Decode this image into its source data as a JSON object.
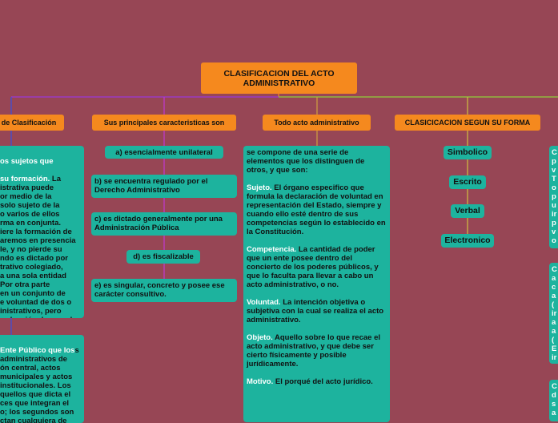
{
  "root": {
    "title": "CLASIFICACION DEL ACTO ADMINISTRATIVO"
  },
  "branches": {
    "b1": "de Clasificación",
    "b2": "Sus principales caracteristicas son",
    "b3": "Todo acto administrativo",
    "b4": "CLASICICACION SEGUN SU FORMA"
  },
  "left_cards": {
    "card1_lead": "os sujetos que",
    "card1_lead2": "su formación.",
    "card1_text": " La\nistrativa puede\nor medio de la\nsolo sujeto de la\n o varios de ellos\nrma en conjunta.\niere la formación de\naremos en presencia\nle, y no pierde su\nndo es dictado por\ntrativo colegiado,\na una sola entidad\n Por otra parte\nen un conjunto de\ne voluntad de dos o\ninistrativos, pero\nroducción de un solo\ntivo, estaremos ante\ne un acto complejo.",
    "card2_lead": "Ente Público que los",
    "card2_text": "s administrativos de\nón central, actos\n municipales y actos\n institucionales. Los\nquellos que dicta el\nces que integran el\no; los segundos son\nctan cualquiera de\nr y dos"
  },
  "characteristics": [
    "a) esencialmente unilateral",
    "b) se encuentra regulado por el Derecho Administrativo",
    "c) es dictado generalmente por una Administración Pública",
    "d) es fiscalizable",
    "e) es singular, concreto y posee ese carácter consultivo."
  ],
  "acto": {
    "intro": "se compone de una serie de elementos que los distinguen de otros, y que son:",
    "elements": [
      {
        "term": "Sujeto.",
        "desc": " El órgano especifico que formula la declaración de voluntad en representación del Estado, siempre y cuando ello esté dentro de sus competencias según lo establecido en la Constitución."
      },
      {
        "term": "Competencia.",
        "desc": " La cantidad de poder que un ente posee dentro del concierto de los poderes públicos, y que lo faculta para llevar a cabo un acto administrativo, o no."
      },
      {
        "term": "Voluntad.",
        "desc": " La intención objetiva o subjetiva con la cual se realiza el acto administrativo."
      },
      {
        "term": "Objeto.",
        "desc": " Aquello sobre lo que recae el acto administrativo, y que debe ser cierto físicamente y posible jurídicamente."
      },
      {
        "term": "Motivo.",
        "desc": " El porqué del acto jurídico."
      }
    ]
  },
  "forms": [
    "Simbolico",
    "Escrito",
    "Verbal",
    "Electronico"
  ],
  "right_edge": {
    "card1": "C\np\nv\nT\no\np\nu\nir\np\nv\no",
    "card2": "C\na\nc\na\n(\nir\na\na\n(\nE\nir",
    "card3": "C\nd\ns\na"
  },
  "colors": {
    "background": "#974655",
    "branch": "#f5891e",
    "node": "#1db39e"
  }
}
